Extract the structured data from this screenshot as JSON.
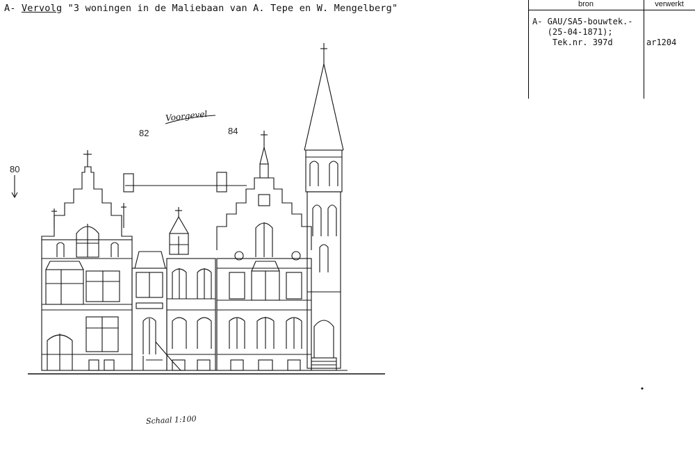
{
  "title": {
    "prefix": "A- ",
    "underlined": "Vervolg",
    "rest": " \"3 woningen in de Maliebaan van A. Tepe en W. Mengelberg\""
  },
  "reference_table": {
    "header_bron": "bron",
    "header_verwerkt": "verwerkt",
    "bron_value": "A- GAU/SA5-bouwtek.-\n   (25-04-1871);\n    Tek.nr. 397d",
    "verwerkt_value": "ar1204"
  },
  "drawing": {
    "house_number_left": "82",
    "house_number_right": "84",
    "arrow_label": "80",
    "annotation_top": "Voorgevel",
    "annotation_bottom": "Schaal 1:100"
  }
}
